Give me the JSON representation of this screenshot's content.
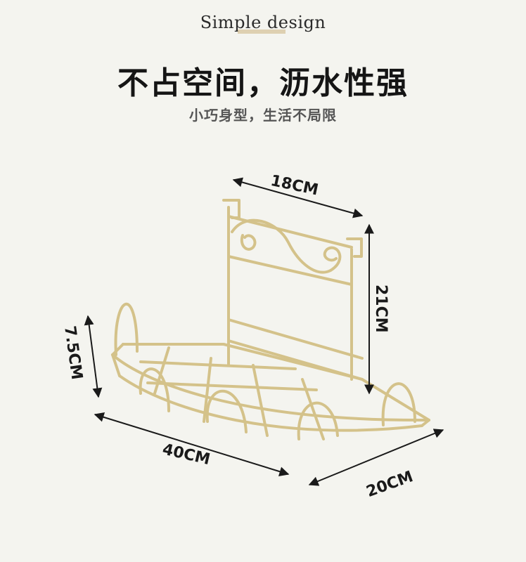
{
  "header": {
    "brand": "Simple design",
    "headline": "不占空间，沥水性强",
    "subhead": "小巧身型，生活不局限"
  },
  "dimensions": {
    "width_top": "18CM",
    "height_back": "21CM",
    "height_side": "7.5CM",
    "length_front": "40CM",
    "depth_side": "20CM"
  },
  "colors": {
    "background": "#f4f4ef",
    "metal": "#d4c28a"
  }
}
